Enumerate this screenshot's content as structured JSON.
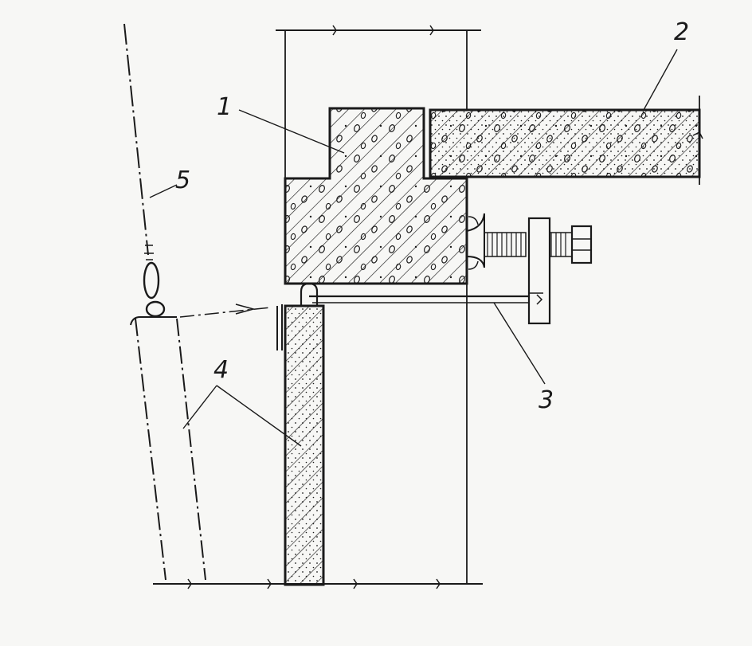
{
  "labels": {
    "beam": "1",
    "slab": "2",
    "tie_rod": "3",
    "wall_panel": "4",
    "sling": "5"
  },
  "colors": {
    "ink": "#1a1a1a",
    "paper": "#f7f7f5"
  }
}
